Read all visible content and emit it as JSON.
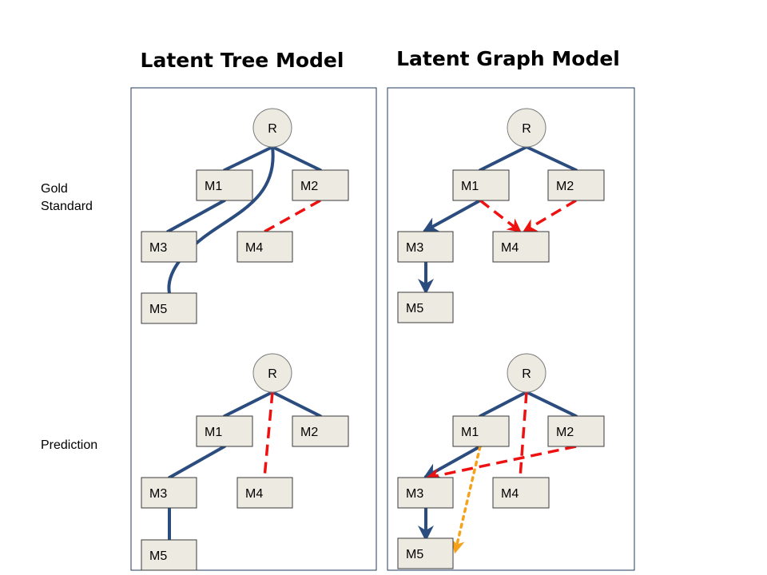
{
  "titles": {
    "tree": "Latent Tree Model",
    "graph": "Latent Graph Model"
  },
  "row_labels": {
    "gold_line1": "Gold",
    "gold_line2": "Standard",
    "prediction": "Prediction"
  },
  "nodes": {
    "root": "R",
    "m1": "M1",
    "m2": "M2",
    "m3": "M3",
    "m4": "M4",
    "m5": "M5"
  },
  "colors": {
    "solid_edge": "#2b4c7e",
    "dashed_edge": "#ee1111",
    "dotted_edge": "#f5a21a",
    "node_fill": "#eceae1",
    "panel_border": "#1f3b5c"
  }
}
